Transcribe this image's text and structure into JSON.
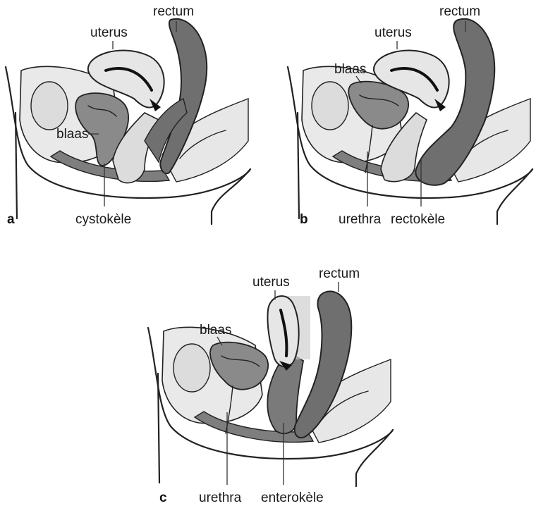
{
  "colors": {
    "background": "#ffffff",
    "pelvis_light": "#e9e9e9",
    "pelvis_mid": "#d4d4d4",
    "organ_light": "#dedede",
    "bladder": "#8a8a8a",
    "rectum": "#6f6f6f",
    "floor_dark": "#7e7e7e",
    "outline": "#222222"
  },
  "panels": [
    {
      "letter": "a",
      "labels": {
        "rectum": "rectum",
        "uterus": "uterus",
        "blaas": "blaas",
        "prolapse": "cystokèle"
      }
    },
    {
      "letter": "b",
      "labels": {
        "rectum": "rectum",
        "uterus": "uterus",
        "blaas": "blaas",
        "urethra": "urethra",
        "prolapse": "rectokèle"
      }
    },
    {
      "letter": "c",
      "labels": {
        "rectum": "rectum",
        "uterus": "uterus",
        "blaas": "blaas",
        "urethra": "urethra",
        "prolapse": "enterokèle"
      }
    }
  ]
}
